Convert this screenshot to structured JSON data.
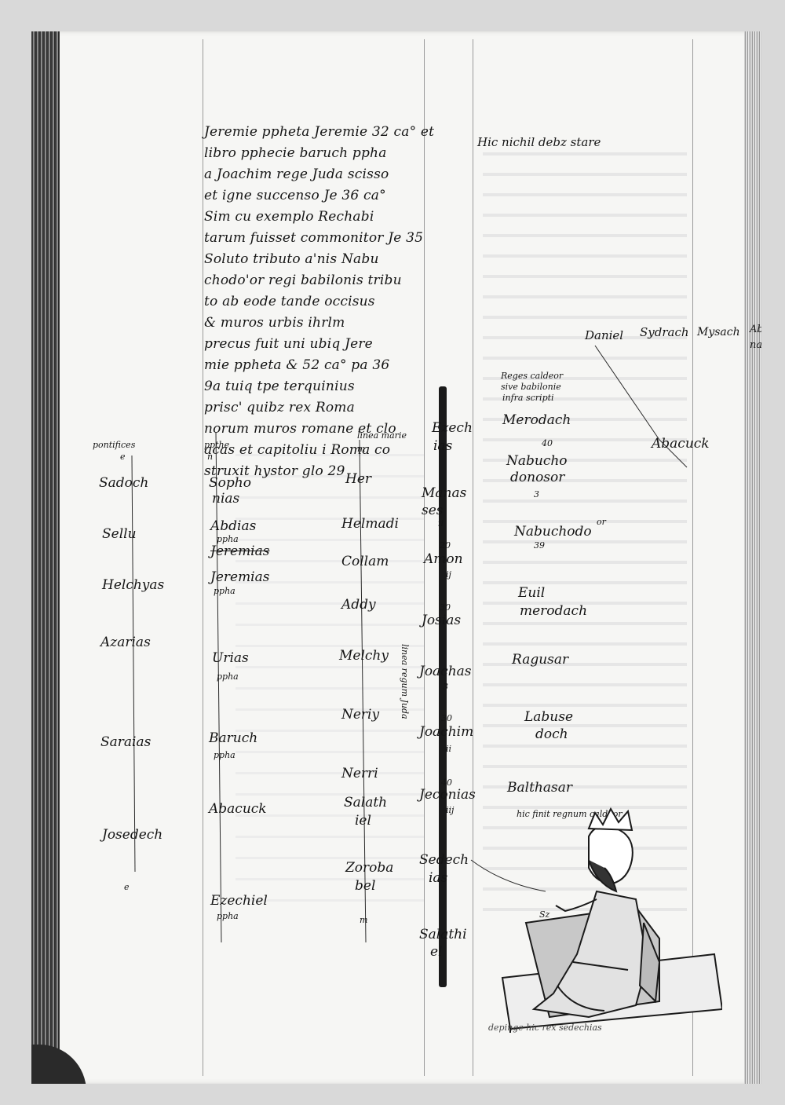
{
  "manuscript": {
    "text_block": [
      "Jeremie ppheta Jeremie 32 ca° et",
      "libro pphecie baruch ppha",
      "a Joachim rege Juda scisso",
      "et igne succenso Je 36 ca°",
      "Sim cu exemplo Rechabi",
      "tarum fuisset commonitor Je 35",
      "Soluto tributo a'nis Nabu",
      "chodo'or regi babilonis tribu",
      "to ab eode tande occisus",
      "& muros urbis ihrlm",
      "precus fuit uni ubiq Jere",
      "mie ppheta & 52 ca° pa 36",
      "9a tuiq tpe terquinius",
      "prisc' quibz rex Roma",
      "norum muros romane et clo",
      "acas et capitoliu i Roma co",
      "struxit hystor glo 29"
    ],
    "header_right": "Hic nichil debz stare",
    "col_pontifices": {
      "heading": "pontifices",
      "sub": "e",
      "names": [
        "Sadoch",
        "Sellu",
        "Helchyas",
        "Azarias",
        "Saraias",
        "Josedech"
      ],
      "end": "e"
    },
    "col_prophets": {
      "heading": "ppthe",
      "sub": "n",
      "names": [
        "Sopho",
        "nias",
        "Abdias",
        "ppha",
        "Jeremias",
        "Jeremias",
        "ppha",
        "Urias",
        "ppha",
        "Baruch",
        "ppha",
        "Abacuck",
        "Ezechiel",
        "ppha"
      ]
    },
    "col_linea": {
      "heading": "linea marie",
      "sub": "m",
      "names": [
        "Her",
        "Helmadi",
        "Collam",
        "Addy",
        "Melchy",
        "Neriy",
        "Nerri",
        "Salath",
        "iel",
        "Zoroba",
        "bel"
      ],
      "end": "m"
    },
    "col_kings_juda": {
      "names": [
        "Ezech",
        "ias",
        "Manas",
        "ses",
        "Amon",
        "Josias",
        "Joachas",
        "Joachim",
        "Jeconias",
        "Sedech",
        "ias",
        "Salathi",
        "el"
      ],
      "side_label": "linea regum Juda",
      "numbers": [
        "ii",
        "20",
        "ij",
        "30",
        "3",
        "30",
        "ii",
        "40",
        "iij"
      ]
    },
    "col_kings_chaldea": {
      "heading_lines": [
        "Reges caldeor",
        "sive babilonie",
        "infra scripti"
      ],
      "names": [
        "Merodach",
        "Nabucho",
        "donosor",
        "Nabuchodo",
        "or",
        "Euil",
        "merodach",
        "Ragusar",
        "Labuse",
        "doch",
        "Balthasar"
      ],
      "numbers": [
        "40",
        "3",
        "39"
      ],
      "footer": "hic finit regnum caldeor"
    },
    "col_far_right": {
      "names": [
        "Daniel",
        "Sydrach",
        "Mysach",
        "Abde",
        "nago",
        "Abacuck"
      ]
    },
    "illustration": {
      "caption": "depinge hic rex sedechias",
      "label": "Sz"
    }
  }
}
